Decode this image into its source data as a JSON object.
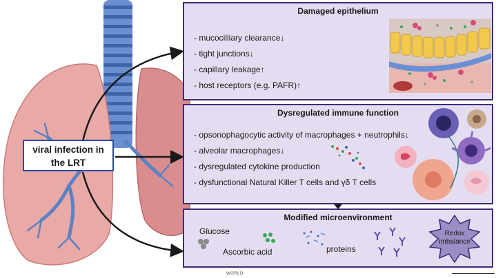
{
  "source": {
    "label_line1": "viral infection in",
    "label_line2": "the LRT"
  },
  "panels": {
    "epithelium": {
      "title": "Damaged epithelium",
      "items": [
        {
          "text": "- mucocilliary clearance",
          "arrow": "↓"
        },
        {
          "text": "- tight junctions",
          "arrow": "↓"
        },
        {
          "text": "- capillary leakage",
          "arrow": "↑"
        },
        {
          "text": "- host receptors (e.g. PAFR)",
          "arrow": "↑"
        }
      ]
    },
    "immune": {
      "title": "Dysregulated immune function",
      "items": [
        {
          "text": "- opsonophagocytic activity of macrophages + neutrophils",
          "arrow": "↓"
        },
        {
          "text": "- alveolar macrophages",
          "arrow": "↓"
        },
        {
          "text": "- dysregulated cytokine production",
          "arrow": ""
        },
        {
          "text": "- dysfunctional Natural Killer T cells and γδ T cells",
          "arrow": ""
        }
      ]
    },
    "microenvironment": {
      "title": "Modified microenvironment",
      "glucose": "Glucose",
      "ascorbic": "Ascorbic acid",
      "proteins": "proteins",
      "redox_line1": "Redox",
      "redox_line2": "imbalance"
    }
  },
  "footer": "WORLD",
  "colors": {
    "panel_fill": "#e4ddf1",
    "panel_border": "#3e2a7a",
    "lung": "#e8a5a5",
    "trachea": "#5b82c4",
    "arrow": "#1a1a1a"
  }
}
